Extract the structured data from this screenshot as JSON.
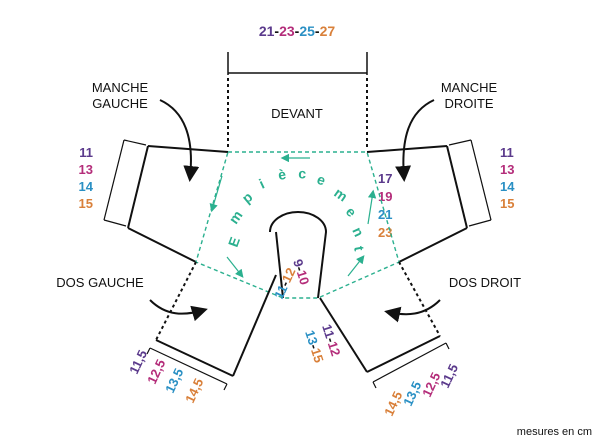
{
  "top_size": {
    "s1": "21",
    "s2": "23",
    "s3": "25",
    "s4": "27",
    "sep": "-"
  },
  "labels": {
    "devant": "DEVANT",
    "manche_gauche_1": "MANCHE",
    "manche_gauche_2": "GAUCHE",
    "manche_droite_1": "MANCHE",
    "manche_droite_2": "DROITE",
    "dos_gauche": "DOS GAUCHE",
    "dos_droit": "DOS DROIT"
  },
  "yoke_word": [
    "E",
    "m",
    "p",
    "i",
    "è",
    "c",
    "e",
    "m",
    "e",
    "n",
    "t"
  ],
  "left_sleeve_sizes": [
    "11",
    "13",
    "14",
    "15"
  ],
  "right_sleeve_sizes": [
    "11",
    "13",
    "14",
    "15"
  ],
  "front_right_edge_sizes": [
    "17",
    "19",
    "21",
    "23"
  ],
  "bottom_left_sizes": [
    "11,5",
    "12,5",
    "13,5",
    "14,5"
  ],
  "bottom_right_sizes": [
    "11,5",
    "12,5",
    "13,5",
    "14,5"
  ],
  "center_left_pair": [
    "11",
    "12"
  ],
  "center_right_pair": [
    "9",
    "10"
  ],
  "lower_right_pair": [
    "11",
    "12"
  ],
  "lower_right_pair2": [
    "13",
    "15"
  ],
  "pair_sep": "-",
  "footer_note": "mesures en cm",
  "colors": {
    "s1": "#5b3a8c",
    "s2": "#b42d7a",
    "s3": "#2a90c4",
    "s4": "#d9803a",
    "ink": "#111111",
    "yoke": "#2bb08f"
  }
}
